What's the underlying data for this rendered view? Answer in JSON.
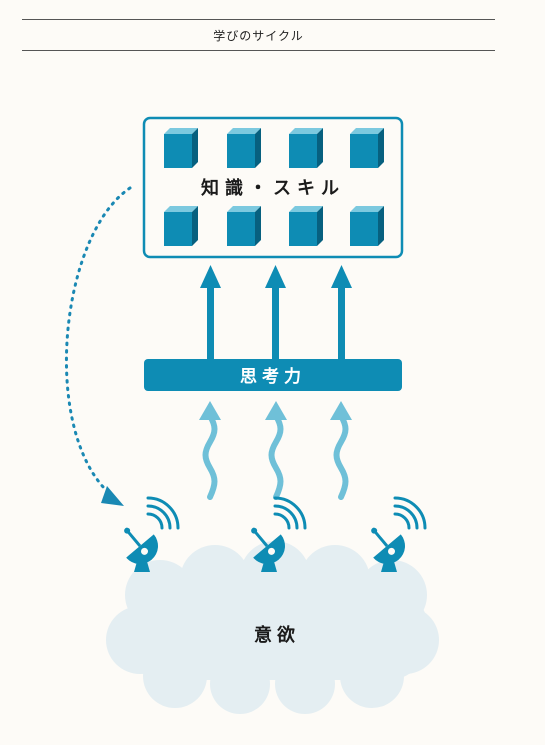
{
  "header": {
    "title": "学びのサイクル"
  },
  "diagram": {
    "knowledge_label": "知識・スキル",
    "thinking_label": "思考力",
    "motivation_label": "意欲"
  },
  "colors": {
    "primary": "#0e8cb4",
    "light": "#6fc0d8",
    "cloud": "#e4eef2",
    "dotted": "#1a88b3"
  }
}
